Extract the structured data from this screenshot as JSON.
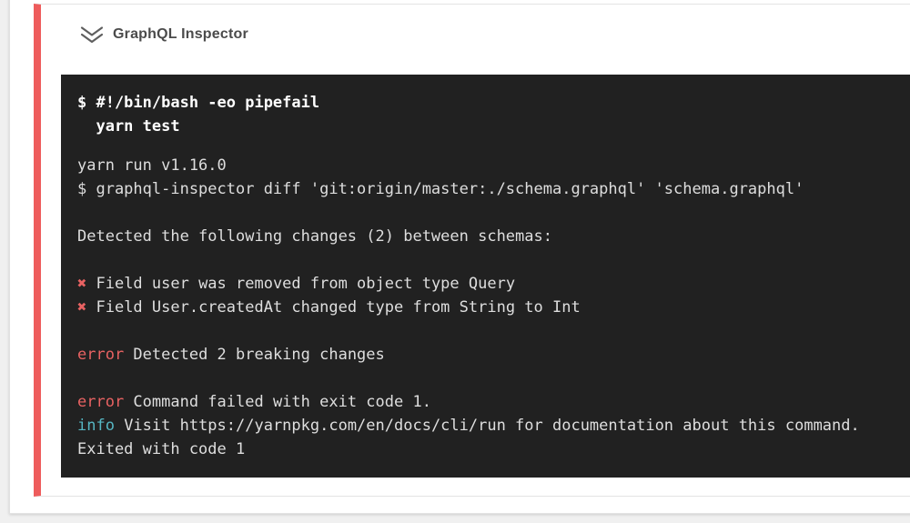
{
  "page": {
    "background_color": "#f0f0f0"
  },
  "panel": {
    "background_color": "#ffffff"
  },
  "card": {
    "title": "GraphQL Inspector",
    "accent_color": "#ee5c5c",
    "collapse_icon": "chevron-double-down"
  },
  "terminal": {
    "background_color": "#212121",
    "colors": {
      "default": "#dedede",
      "command": "#ffffff",
      "red": "#e86262",
      "cyan": "#56b6c2"
    },
    "command_lines": [
      "$ #!/bin/bash -eo pipefail",
      "  yarn test"
    ],
    "output_lines": [
      [
        {
          "t": "yarn run v1.16.0"
        }
      ],
      [
        {
          "t": "$ graphql-inspector diff 'git:origin/master:./schema.graphql' 'schema.graphql'"
        }
      ],
      [],
      [
        {
          "t": "Detected the following changes (2) between schemas:"
        }
      ],
      [],
      [
        {
          "t": "✖",
          "c": "red"
        },
        {
          "t": " Field user was removed from object type Query"
        }
      ],
      [
        {
          "t": "✖",
          "c": "red"
        },
        {
          "t": " Field User.createdAt changed type from String to Int"
        }
      ],
      [],
      [
        {
          "t": "error",
          "c": "red"
        },
        {
          "t": " Detected 2 breaking changes"
        }
      ],
      [],
      [
        {
          "t": "error",
          "c": "red"
        },
        {
          "t": " Command failed with exit code 1."
        }
      ],
      [
        {
          "t": "info",
          "c": "cyan"
        },
        {
          "t": " Visit https://yarnpkg.com/en/docs/cli/run for documentation about this command."
        }
      ],
      [
        {
          "t": "Exited with code 1"
        }
      ]
    ]
  }
}
